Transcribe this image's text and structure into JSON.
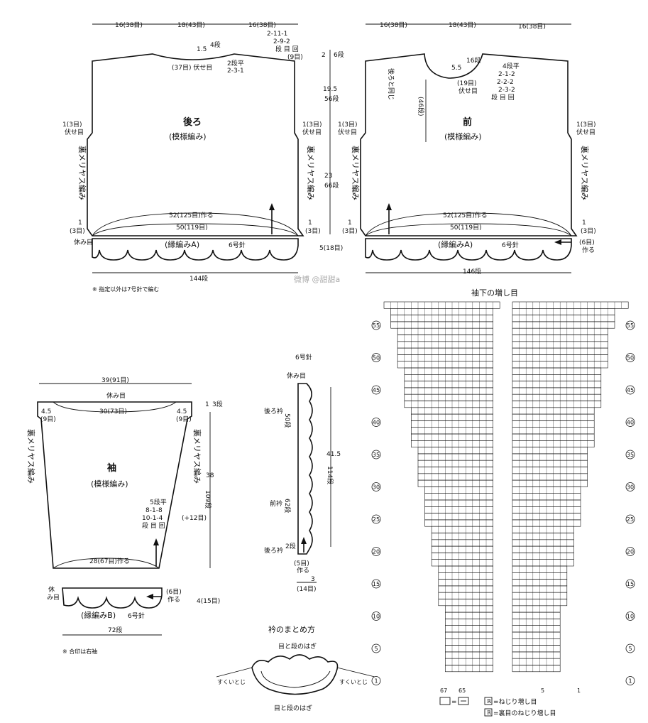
{
  "labels": {
    "back_w_left": "16(38目)",
    "back_w_mid": "18(43目)",
    "back_w_right": "16(38目)",
    "back_shoulder_dec": [
      "2-11-1",
      "2-9-2",
      "段 目 回",
      "(9目)"
    ],
    "back_neck_depth": "1.5",
    "back_neck_rows": "4段",
    "back_neck_bindoff": "(37目) 伏せ目",
    "back_neck_dec": [
      "2段平",
      "2-3-1"
    ],
    "back_title": "後ろ",
    "back_pattern": "(模様編み)",
    "side_bindoff_l": [
      "1(3目)",
      "伏せ目"
    ],
    "side_bindoff_r": [
      "1(3目)",
      "伏せ目"
    ],
    "side_stitch": "裏メリヤス編み",
    "body_cast": "52(125目)作る",
    "body_width": "50(119目)",
    "edge_small_l": [
      "1",
      "(3目)"
    ],
    "edge_small_r": [
      "1",
      "(3目)"
    ],
    "rest": "休み目",
    "edging_a": "(縁編みA)",
    "needle6": "6号針",
    "back_rows": "144段",
    "note_needle": "※ 指定以外は7号針で編む",
    "center_top": "2",
    "center_top_rows": "6段",
    "center_mid": "19.5",
    "center_mid_rows": "56段",
    "center_low": "23",
    "center_low_rows": "66段",
    "center_edge": "5(18目)",
    "front_w_left": "16(38目)",
    "front_w_mid": "18(43目)",
    "front_w_right": "16(38目)",
    "front_same": "後ろと同じ",
    "front_neck_depth": "5.5",
    "front_neck_rows": "16段",
    "front_neck_bind": [
      "(19目)",
      "伏せ目"
    ],
    "front_neck_dec": [
      "4段平",
      "2-1-2",
      "2-2-2",
      "2-3-2",
      "段 目 回"
    ],
    "front_depth": "(46段)",
    "front_title": "前",
    "front_pattern": "(模様編み)",
    "front_cast_side": [
      "(6目)",
      "作る"
    ],
    "front_rows": "146段",
    "watermark": "微博 @甜甜a",
    "inc_title": "袖下の増し目",
    "row_marks_left": [
      "55",
      "50",
      "45",
      "40",
      "35",
      "30",
      "25",
      "20",
      "15",
      "10",
      "5",
      "1"
    ],
    "row_marks_right": [
      "55",
      "50",
      "45",
      "40",
      "35",
      "30",
      "25",
      "20",
      "15",
      "10",
      "5",
      "1"
    ],
    "chart_bottom": [
      "67",
      "65",
      "5",
      "1"
    ],
    "legend_eq": "=",
    "legend_twist": "=ねじり増し目",
    "legend_purl_twist": "=裏目のねじり増し目",
    "sleeve_w": "39(91目)",
    "sleeve_rest": "休み目",
    "sleeve_top": "30(73目)",
    "sleeve_edge": [
      "4.5",
      "(9目)"
    ],
    "sleeve_top_rows": [
      "1",
      "3段"
    ],
    "sleeve_title": "袖",
    "sleeve_pattern": "(模様編み)",
    "sleeve_inc": [
      "5段平",
      "8-1-8",
      "10-1-4",
      "段 目 回"
    ],
    "sleeve_inc_total": "(+12目)",
    "sleeve_len": "38",
    "sleeve_len_rows": "109段",
    "sleeve_cast": "28(67目)作る",
    "sleeve_rest2": [
      "休",
      "み目"
    ],
    "edging_b": "(縁編みB)",
    "sleeve_cast_edge": [
      "(6目)",
      "作る"
    ],
    "sleeve_edge_h": "4(15目)",
    "sleeve_rows": "72段",
    "sleeve_note": "※ 合印は右袖",
    "collar_needle": "6号針",
    "collar_rest": "休み目",
    "collar_back": "後ろ衿",
    "collar_back_rows": "50段",
    "collar_front": "前衿",
    "collar_front_rows": "62段",
    "collar_back2": "後ろ衿",
    "collar_back2_rows": "2段",
    "collar_len": "41.5",
    "collar_len_rows": "114段",
    "collar_cast": [
      "(5目)",
      "作る"
    ],
    "collar_w": "3",
    "collar_w_st": "(14目)",
    "finish_title": "衿のまとめ方",
    "finish_top": "目と段のはぎ",
    "finish_bottom": "目と段のはぎ",
    "finish_left": "すくいとじ",
    "finish_right": "すくいとじ"
  },
  "colors": {
    "ink": "#111111",
    "paper": "#ffffff"
  }
}
